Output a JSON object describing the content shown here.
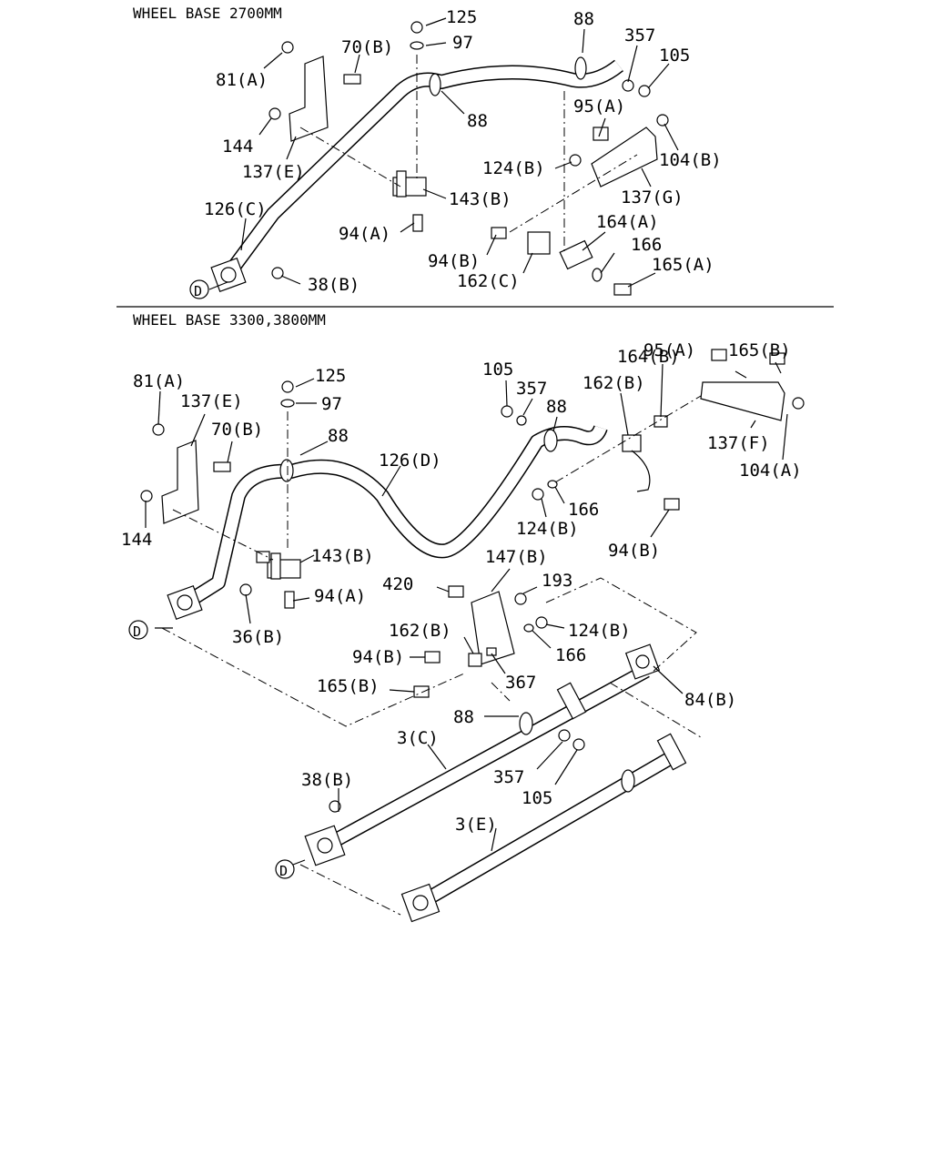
{
  "sections": {
    "top_header": "WHEEL BASE 2700MM",
    "bottom_header": "WHEEL BASE 3300,3800MM"
  },
  "reference_marker": "D",
  "top_labels": {
    "l125": "125",
    "l97": "97",
    "l88a": "88",
    "l357": "357",
    "l105": "105",
    "l81a": "81(A)",
    "l70b": "70(B)",
    "l88b": "88",
    "l95a": "95(A)",
    "l144": "144",
    "l137e": "137(E)",
    "l124b": "124(B)",
    "l104b": "104(B)",
    "l143b": "143(B)",
    "l137g": "137(G)",
    "l126c": "126(C)",
    "l164a": "164(A)",
    "l94a": "94(A)",
    "l166": "166",
    "l94b": "94(B)",
    "l165a": "165(A)",
    "l162c": "162(C)",
    "l38b": "38(B)"
  },
  "bottom_labels": {
    "l95a": "95(A)",
    "l165b": "165(B)",
    "l164b": "164(B)",
    "l81a": "81(A)",
    "l125": "125",
    "l105": "105",
    "l357": "357",
    "l162b": "162(B)",
    "l137e": "137(E)",
    "l97": "97",
    "l88a": "88",
    "l137f": "137(F)",
    "l70b": "70(B)",
    "l88b": "88",
    "l126d": "126(D)",
    "l104a": "104(A)",
    "l166": "166",
    "l124b": "124(B)",
    "l144": "144",
    "l143b": "143(B)",
    "l94b": "94(B)",
    "l147b": "147(B)",
    "l420": "420",
    "l193": "193",
    "l94a": "94(A)",
    "l36b": "36(B)",
    "l124b2": "124(B)",
    "l162b2": "162(B)",
    "l166b": "166",
    "l94b2": "94(B)",
    "l367": "367",
    "l165b2": "165(B)",
    "l84b": "84(B)",
    "l88c": "88",
    "l3c": "3(C)",
    "l357b": "357",
    "l38b": "38(B)",
    "l105b": "105",
    "l3e": "3(E)"
  }
}
